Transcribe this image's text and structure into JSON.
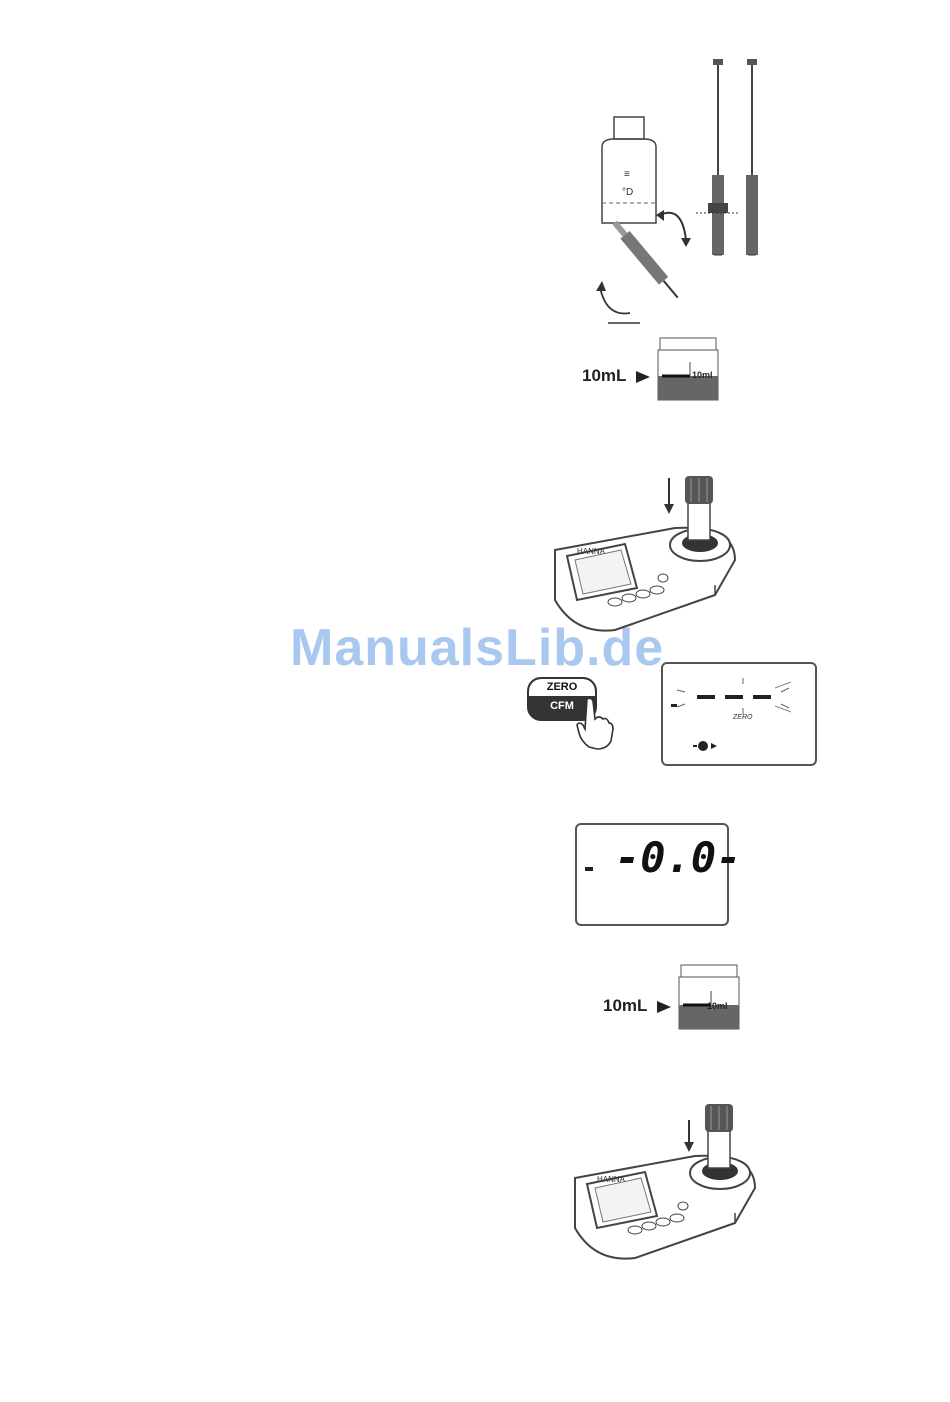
{
  "watermark": "ManualsLib.de",
  "fig_bottle_dropper": {},
  "fig_cuvette_1": {
    "volume_label": "10mL",
    "mark_label": "10ml"
  },
  "fig_meter_insert_1": {
    "brand_text": "HANNA"
  },
  "fig_zero_button": {
    "top_label": "ZERO",
    "bottom_label": "CFM"
  },
  "fig_display_blink": {
    "status_text": "ZERO"
  },
  "fig_display_zero": {
    "value": "-0.0-"
  },
  "fig_cuvette_2": {
    "volume_label": "10mL",
    "mark_label": "10ml"
  },
  "fig_meter_insert_2": {
    "brand_text": "HANNA"
  }
}
